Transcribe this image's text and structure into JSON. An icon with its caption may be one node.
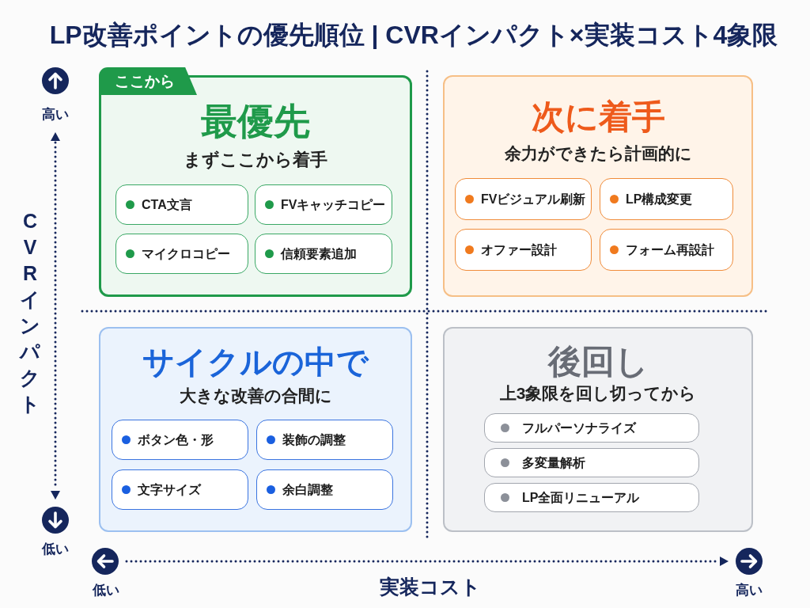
{
  "diagram": {
    "title": "LP改善ポイントの優先順位 | CVRインパクト×実装コスト4象限",
    "nodes": [
      {
        "text": [
          "ここから",
          "最優先",
          "まずここから着手"
        ]
      },
      {
        "text": [
          "CTA文言"
        ],
        "in": 0
      },
      {
        "text": [
          "FVキャッチコピー"
        ],
        "in": 0
      },
      {
        "text": [
          "マイクロコピー"
        ],
        "in": 0
      },
      {
        "text": [
          "信頼要素追加"
        ],
        "in": 0
      },
      {
        "text": [
          "次に着手",
          "余力ができたら計画的に"
        ]
      },
      {
        "text": [
          "FVビジュアル刷新"
        ],
        "in": 5
      },
      {
        "text": [
          "LP構成変更"
        ],
        "in": 5
      },
      {
        "text": [
          "オファー設計"
        ],
        "in": 5
      },
      {
        "text": [
          "フォーム再設計"
        ],
        "in": 5
      },
      {
        "text": [
          "サイクルの中で",
          "大きな改善の合間に"
        ]
      },
      {
        "text": [
          "ボタン色・形"
        ],
        "in": 10
      },
      {
        "text": [
          "装飾の調整"
        ],
        "in": 10
      },
      {
        "text": [
          "文字サイズ"
        ],
        "in": 10
      },
      {
        "text": [
          "余白調整"
        ],
        "in": 10
      },
      {
        "text": [
          "後回し",
          "上3象限を回し切ってから"
        ]
      },
      {
        "text": [
          "フルパーソナライズ"
        ],
        "in": 15
      },
      {
        "text": [
          "多変量解析"
        ],
        "in": 15
      },
      {
        "text": [
          "LP全面リニューアル"
        ],
        "in": 15
      }
    ],
    "labels": [
      "高い",
      "CVRインパクト",
      "低い",
      "低い",
      "実装コスト",
      "高い"
    ]
  }
}
